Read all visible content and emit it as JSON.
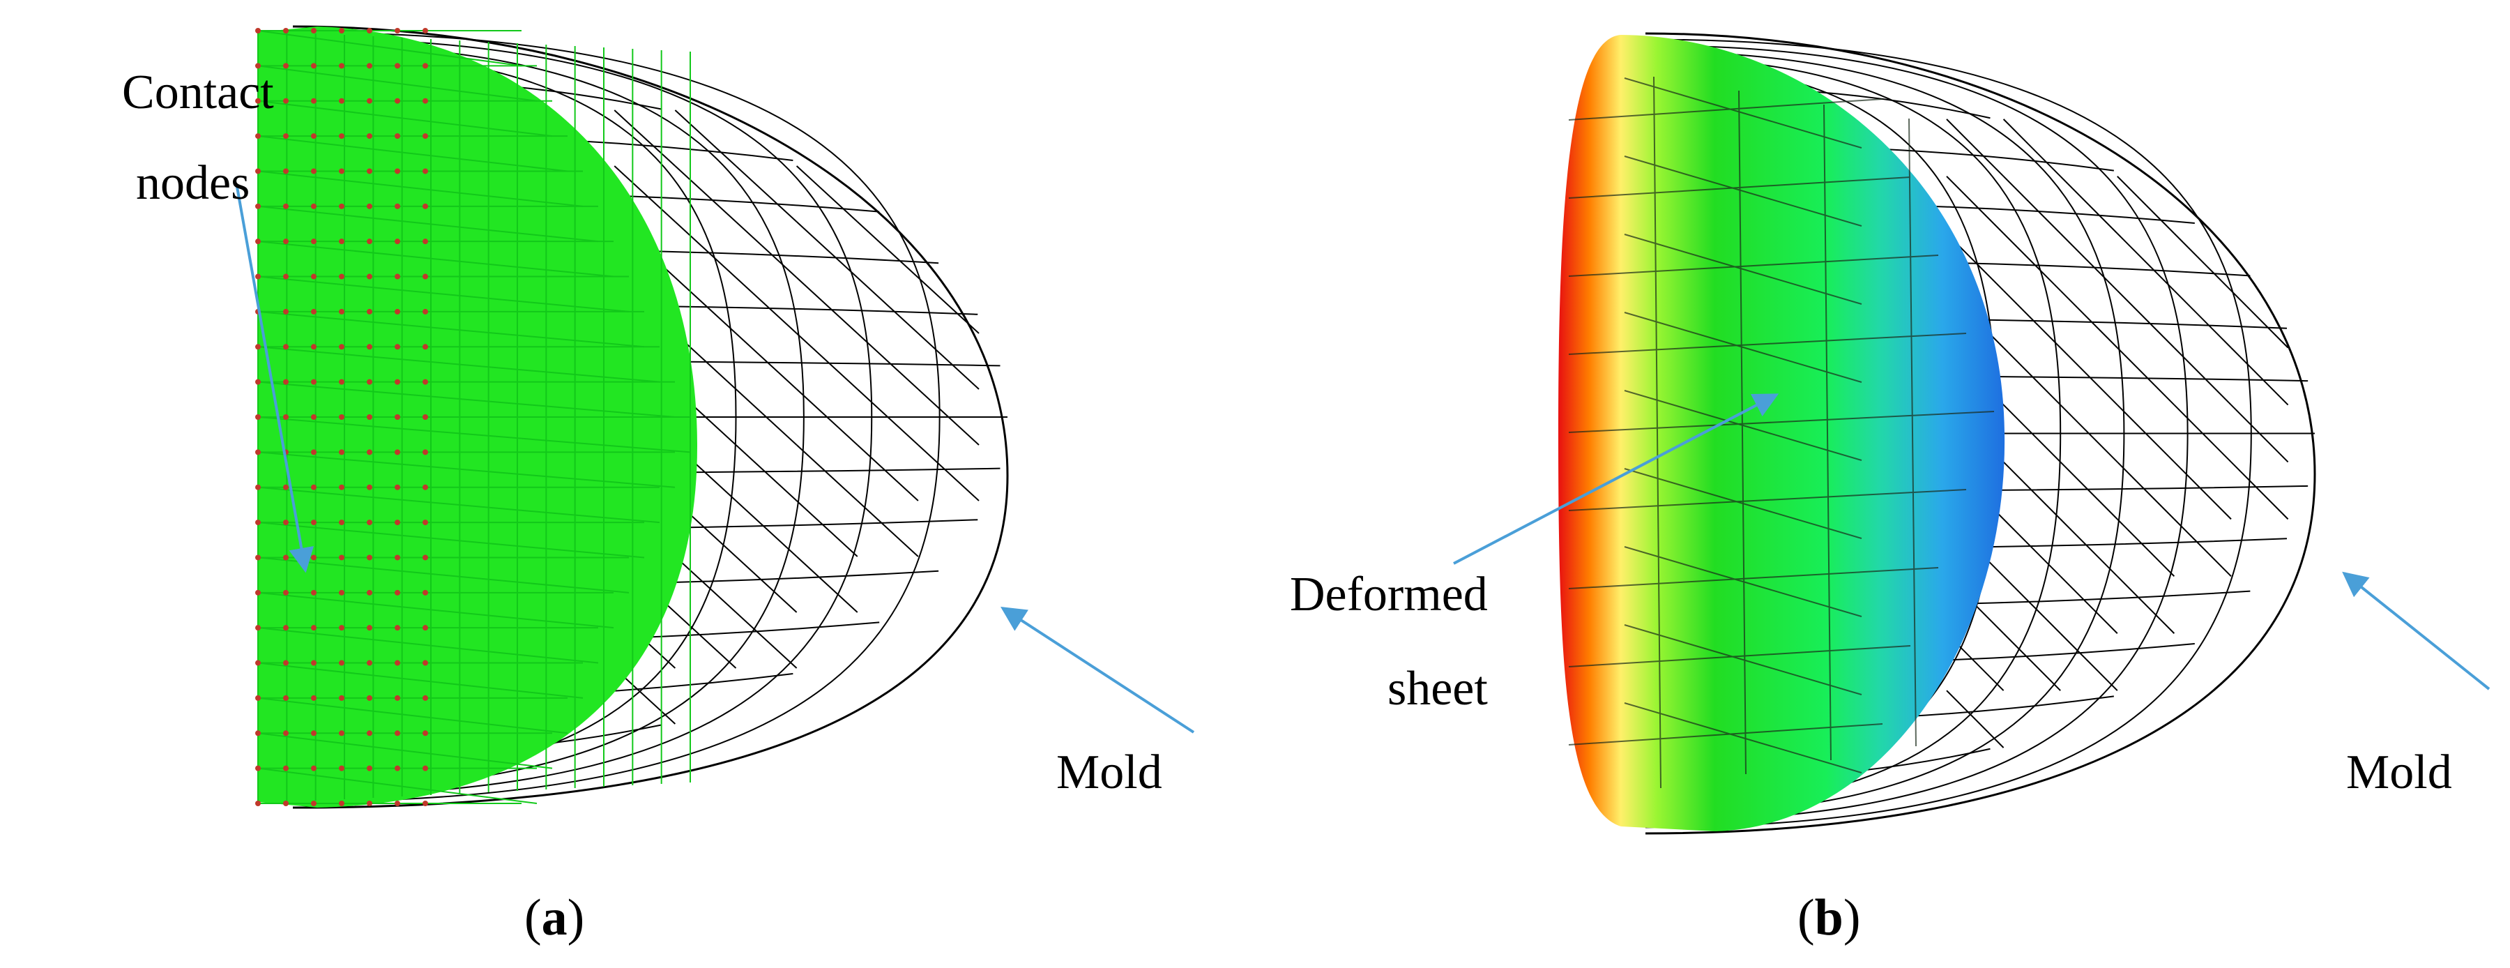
{
  "panels": {
    "a": {
      "caption_open": "(",
      "caption_letter": "a",
      "caption_close": ")",
      "annotation_1_line_1": "Contact",
      "annotation_1_line_2": "nodes",
      "annotation_2": "Mold"
    },
    "b": {
      "caption_open": "(",
      "caption_letter": "b",
      "caption_close": ")",
      "annotation_1_line_1": "Deformed",
      "annotation_1_line_2": "sheet",
      "annotation_2": "Mold"
    }
  },
  "colors": {
    "mesh_mold": "#000000",
    "mesh_contact": "#12c81a",
    "contact_fill": "#22e622",
    "node_marker": "#c0392b",
    "arrow": "#4a9fd8",
    "contour_low": "#1e6fe0",
    "contour_mid": "#22dd22",
    "contour_high": "#e81010"
  }
}
